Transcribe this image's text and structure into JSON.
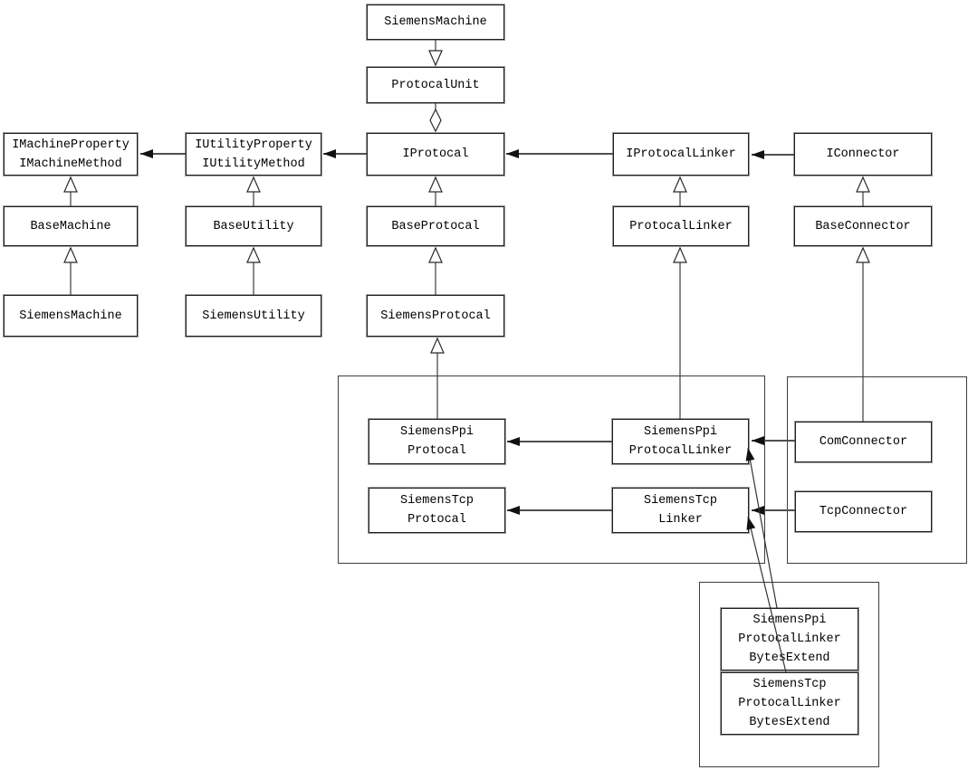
{
  "diagram": {
    "kind": "uml-class-diagram",
    "colors": {
      "background": "#ffffff",
      "box_fill": "#ffffff",
      "box_border": "#1f1f1f",
      "box_shadow": "#9c9c9c",
      "generalization_line": "#3d3d3d",
      "dependency_line": "#4f4f4f",
      "text": "#000000"
    }
  },
  "nodes": {
    "siemens_machine_top": {
      "label": "SiemensMachine"
    },
    "protocal_unit": {
      "label": "ProtocalUnit"
    },
    "i_machine_property": {
      "label": "IMachineProperty\nIMachineMethod"
    },
    "i_utility_property": {
      "label": "IUtilityProperty\nIUtilityMethod"
    },
    "i_protocal": {
      "label": "IProtocal"
    },
    "i_protocal_linker": {
      "label": "IProtocalLinker"
    },
    "i_connector": {
      "label": "IConnector"
    },
    "base_machine": {
      "label": "BaseMachine"
    },
    "base_utility": {
      "label": "BaseUtility"
    },
    "base_protocal": {
      "label": "BaseProtocal"
    },
    "protocal_linker": {
      "label": "ProtocalLinker"
    },
    "base_connector": {
      "label": "BaseConnector"
    },
    "siemens_machine": {
      "label": "SiemensMachine"
    },
    "siemens_utility": {
      "label": "SiemensUtility"
    },
    "siemens_protocal": {
      "label": "SiemensProtocal"
    },
    "siemens_ppi_protocal": {
      "label": "SiemensPpi\nProtocal"
    },
    "siemens_tcp_protocal": {
      "label": "SiemensTcp\nProtocal"
    },
    "siemens_ppi_protocal_linker": {
      "label": "SiemensPpi\nProtocalLinker"
    },
    "siemens_tcp_linker": {
      "label": "SiemensTcp\nLinker"
    },
    "com_connector": {
      "label": "ComConnector"
    },
    "tcp_connector": {
      "label": "TcpConnector"
    },
    "siemens_ppi_protocal_linker_bytes_extend": {
      "label": "SiemensPpi\nProtocalLinker\nBytesExtend"
    },
    "siemens_tcp_protocal_linker_bytes_extend": {
      "label": "SiemensTcp\nProtocalLinker\nBytesExtend"
    }
  },
  "groups": [
    {
      "name": "siemens-protocal-linker-group"
    },
    {
      "name": "connector-group"
    },
    {
      "name": "bytes-extend-group"
    }
  ],
  "edges": [
    {
      "from": "siemens_machine_top",
      "to": "protocal_unit",
      "type": "generalization"
    },
    {
      "from": "protocal_unit",
      "to": "i_protocal",
      "type": "aggregation"
    },
    {
      "from": "i_utility_property",
      "to": "i_machine_property",
      "type": "dependency"
    },
    {
      "from": "i_protocal",
      "to": "i_utility_property",
      "type": "dependency"
    },
    {
      "from": "i_protocal_linker",
      "to": "i_protocal",
      "type": "dependency"
    },
    {
      "from": "i_connector",
      "to": "i_protocal_linker",
      "type": "dependency"
    },
    {
      "from": "base_machine",
      "to": "i_machine_property",
      "type": "generalization"
    },
    {
      "from": "base_utility",
      "to": "i_utility_property",
      "type": "generalization"
    },
    {
      "from": "base_protocal",
      "to": "i_protocal",
      "type": "generalization"
    },
    {
      "from": "protocal_linker",
      "to": "i_protocal_linker",
      "type": "generalization"
    },
    {
      "from": "base_connector",
      "to": "i_connector",
      "type": "generalization"
    },
    {
      "from": "siemens_machine",
      "to": "base_machine",
      "type": "generalization"
    },
    {
      "from": "siemens_utility",
      "to": "base_utility",
      "type": "generalization"
    },
    {
      "from": "siemens_protocal",
      "to": "base_protocal",
      "type": "generalization"
    },
    {
      "from": "siemens_ppi_protocal",
      "to": "siemens_protocal",
      "type": "generalization"
    },
    {
      "from": "siemens_ppi_protocal_linker",
      "to": "protocal_linker",
      "type": "generalization"
    },
    {
      "from": "com_connector",
      "to": "base_connector",
      "type": "generalization"
    },
    {
      "from": "siemens_ppi_protocal_linker",
      "to": "siemens_ppi_protocal",
      "type": "dependency"
    },
    {
      "from": "siemens_tcp_linker",
      "to": "siemens_tcp_protocal",
      "type": "dependency"
    },
    {
      "from": "com_connector",
      "to": "siemens_ppi_protocal_linker",
      "type": "dependency"
    },
    {
      "from": "tcp_connector",
      "to": "siemens_tcp_linker",
      "type": "dependency"
    },
    {
      "from": "siemens_ppi_protocal_linker_bytes_extend",
      "to": "siemens_ppi_protocal_linker",
      "type": "dependency"
    },
    {
      "from": "siemens_tcp_protocal_linker_bytes_extend",
      "to": "siemens_tcp_linker",
      "type": "dependency"
    }
  ]
}
